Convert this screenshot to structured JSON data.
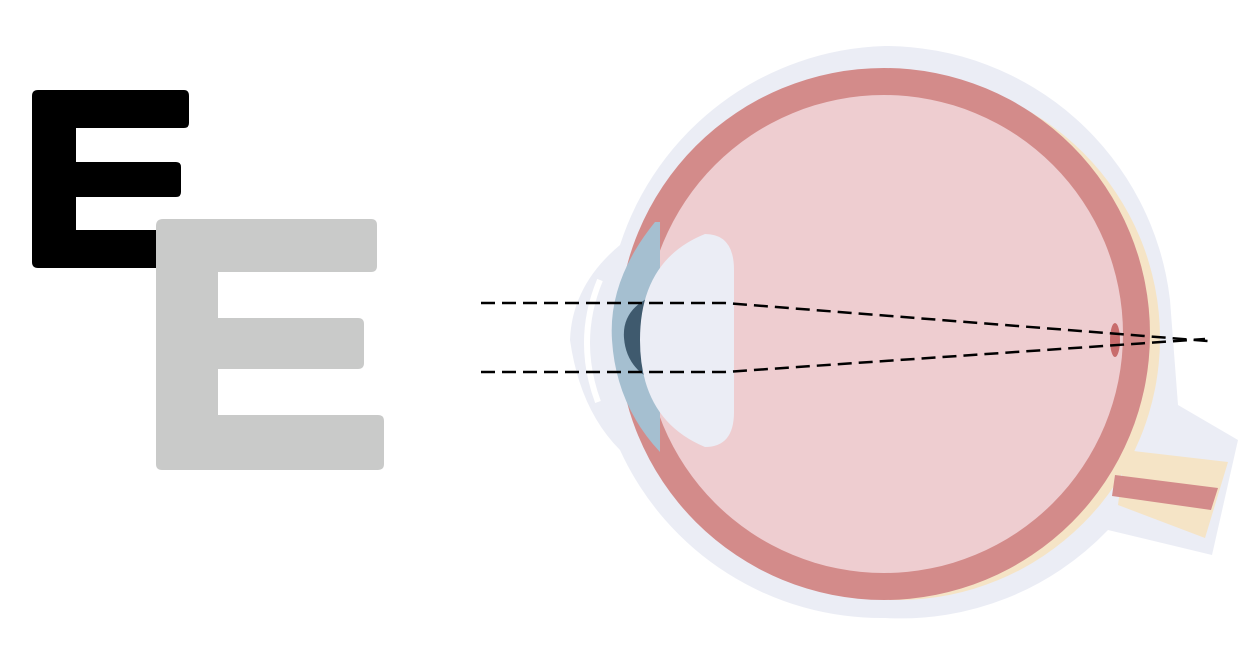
{
  "figure": {
    "letter_sharp": "E",
    "letter_blurred": "E"
  },
  "colors": {
    "background": "#ffffff",
    "letter_sharp": "#000000",
    "letter_blurred": "#c9cac9",
    "outer_tissue": "#ebedf5",
    "sclera_back": "#f5e4c6",
    "choroid": "#d38b8a",
    "vitreous": "#eecdd0",
    "iris": "#a5bfd0",
    "pupil": "#3f5a6e",
    "lens": "#ebedf5",
    "fovea": "#c86c6c",
    "light_rays": "#000000"
  },
  "icons": {
    "eye": "eye-cross-section",
    "rays": "dashed-light-rays"
  }
}
